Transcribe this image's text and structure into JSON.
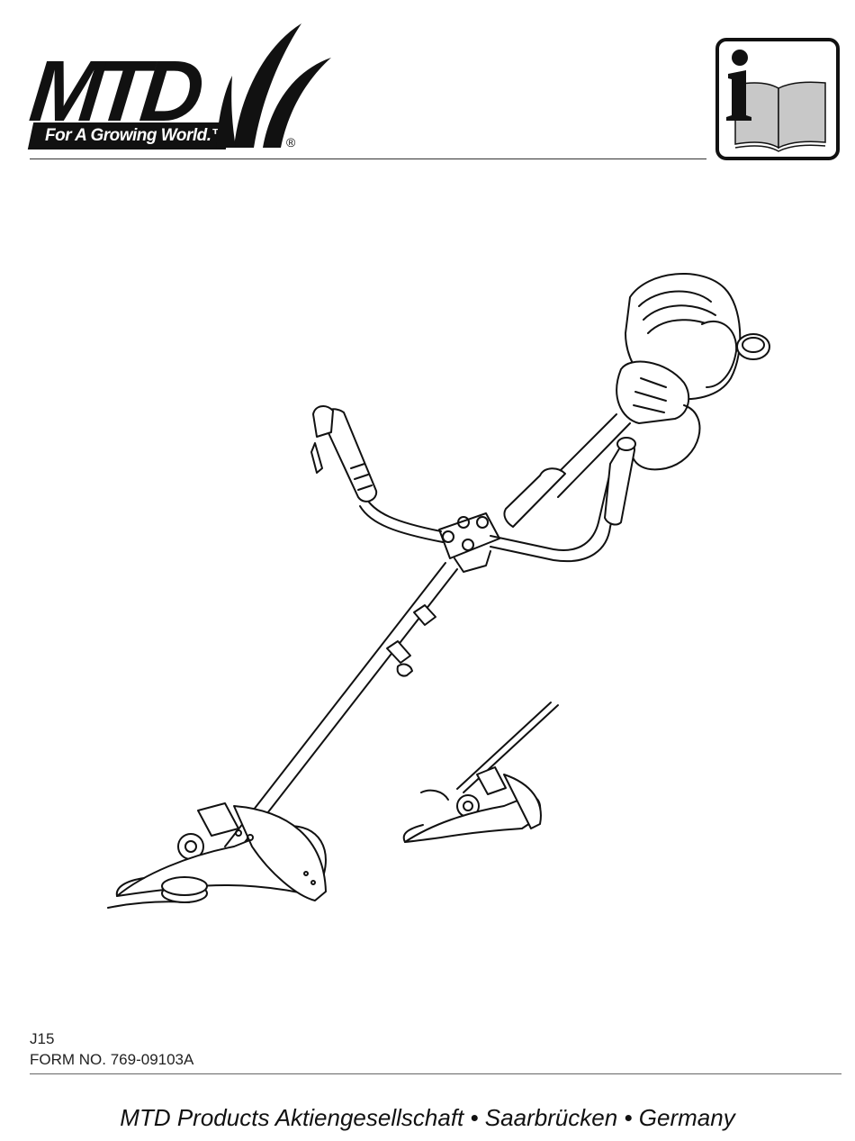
{
  "brand": {
    "name": "MTD",
    "slogan": "For A Growing World.™",
    "registered": "®"
  },
  "icons": {
    "logo_leaves": "leaf-swoosh-icon",
    "manual": "information-manual-icon"
  },
  "document": {
    "model": "J15",
    "form_number": "FORM NO. 769-09103A"
  },
  "footer": {
    "company": "MTD Products Aktiengesellschaft • Saarbrücken • Germany"
  },
  "colors": {
    "ink": "#111111",
    "icon_gray": "#c8c8c8"
  }
}
